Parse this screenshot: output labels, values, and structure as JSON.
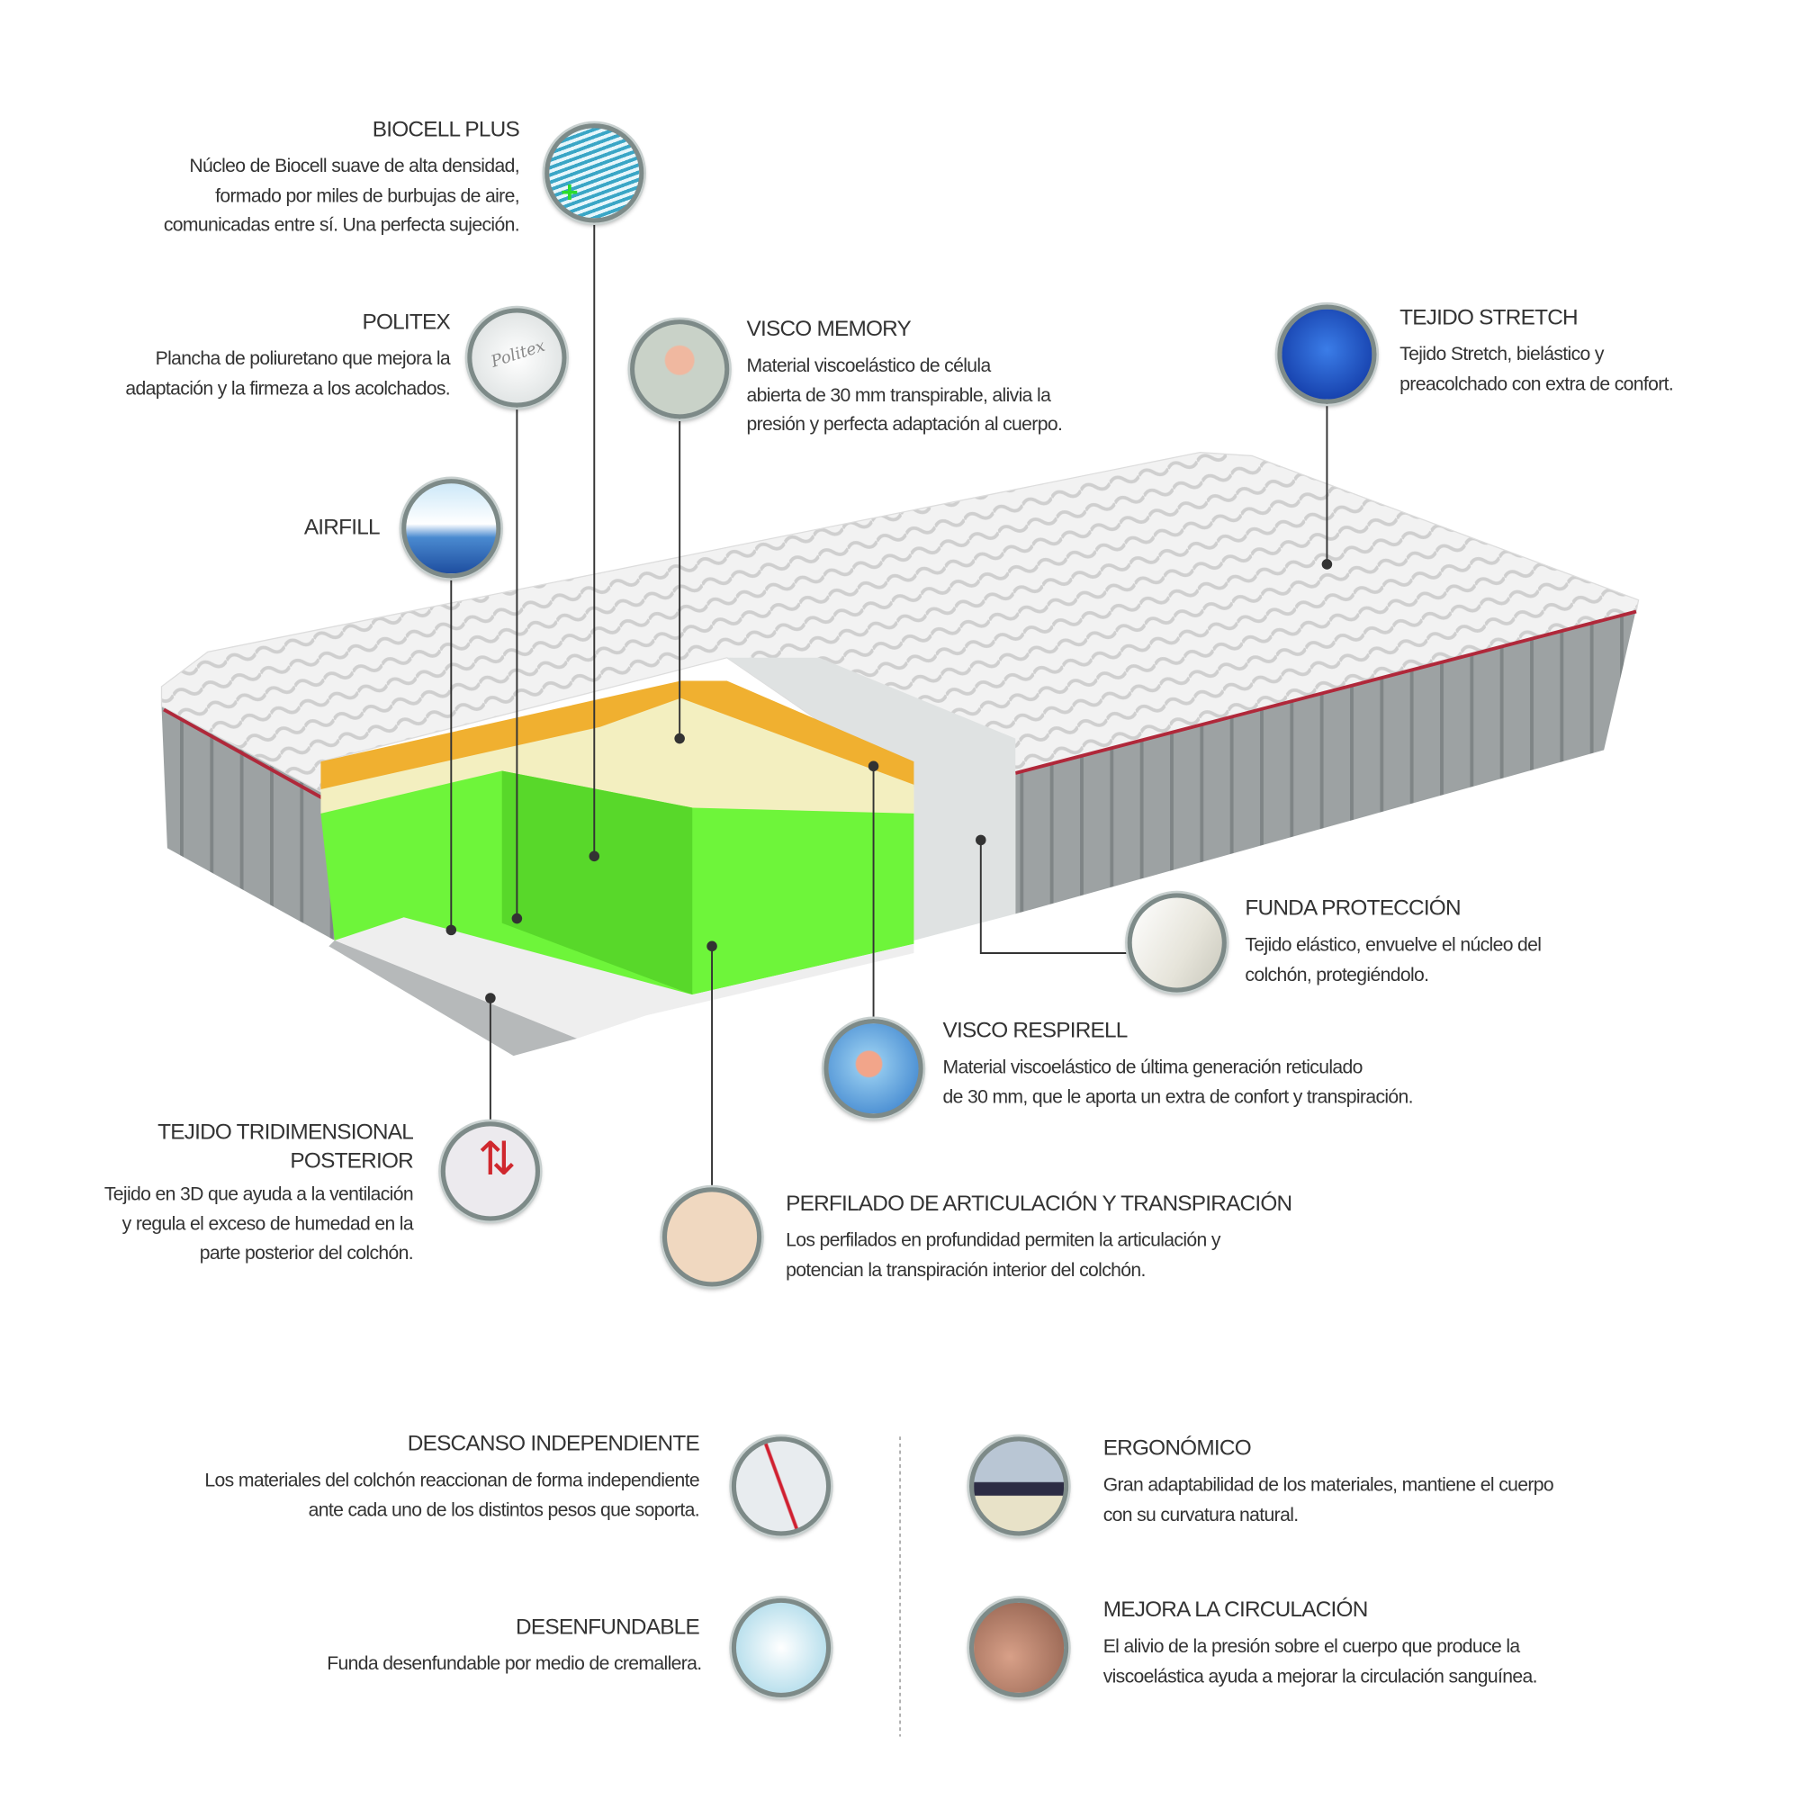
{
  "features": {
    "biocell": {
      "title": "BIOCELL PLUS",
      "lines": [
        "Núcleo de Biocell  suave de alta densidad,",
        "formado por miles de burbujas de aire,",
        "comunicadas entre sí. Una perfecta sujeción."
      ]
    },
    "politex": {
      "title": "POLITEX",
      "lines": [
        "Plancha de poliuretano que mejora la",
        "adaptación y la firmeza a los acolchados."
      ],
      "logo_text": "Politex"
    },
    "airfill": {
      "title": "AIRFILL"
    },
    "visco_memory": {
      "title": "VISCO MEMORY",
      "lines": [
        "Material viscoelástico de célula",
        "abierta  de 30 mm transpirable, alivia la",
        "presión y perfecta adaptación al cuerpo."
      ]
    },
    "tejido_stretch": {
      "title": "TEJIDO STRETCH",
      "lines": [
        "Tejido Stretch, bielástico y",
        "preacolchado con extra de confort."
      ]
    },
    "funda": {
      "title": "FUNDA PROTECCIÓN",
      "lines": [
        "Tejido elástico, envuelve el núcleo del",
        "colchón, protegiéndolo."
      ]
    },
    "visco_respirell": {
      "title": "VISCO RESPIRELL",
      "lines": [
        "Material viscoelástico  de última generación reticulado",
        "de 30 mm, que le aporta un extra de confort y transpiración."
      ]
    },
    "tridimensional": {
      "title": [
        "TEJIDO TRIDIMENSIONAL",
        "POSTERIOR"
      ],
      "lines": [
        "Tejido en 3D que ayuda a la ventilación",
        "y regula el exceso de humedad en la",
        "parte posterior del colchón."
      ]
    },
    "perfilado": {
      "title": "PERFILADO DE ARTICULACIÓN Y TRANSPIRACIÓN",
      "lines": [
        "Los perfilados en profundidad permiten la articulación y",
        "potencian la transpiración interior del colchón."
      ]
    }
  },
  "benefits": {
    "descanso": {
      "title": "DESCANSO INDEPENDIENTE",
      "lines": [
        "Los materiales del colchón reaccionan de forma independiente",
        "ante cada uno de los distintos pesos que soporta."
      ]
    },
    "desenfundable": {
      "title": "DESENFUNDABLE",
      "lines": [
        "Funda desenfundable por medio de cremallera."
      ]
    },
    "ergonomico": {
      "title": "ERGONÓMICO",
      "lines": [
        "Gran adaptabilidad de los materiales, mantiene el cuerpo",
        "con su curvatura natural."
      ]
    },
    "circulacion": {
      "title": "MEJORA LA CIRCULACIÓN",
      "lines": [
        "El alivio de la presión sobre el cuerpo que produce la",
        "viscoelástica ayuda a mejorar la circulación sanguínea."
      ]
    }
  },
  "colors": {
    "green": "#6ef53a",
    "orange": "#f0b030",
    "cream": "#f3efc0",
    "side": "#9a9fa0",
    "piping": "#b0283a"
  }
}
